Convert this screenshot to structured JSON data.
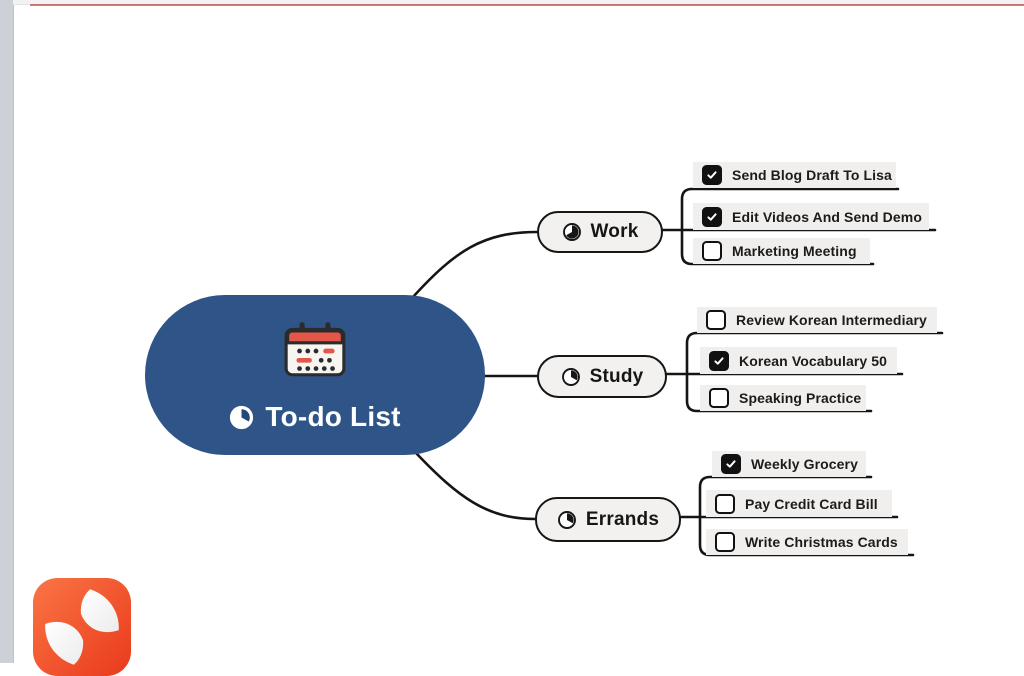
{
  "chrome": {
    "left_strip_color": "#cdd0d6",
    "top_line_color": "#c2544b",
    "canvas_color": "#ffffff"
  },
  "watermark": {
    "name": "xmind-logo",
    "color": "#ed3c1e"
  },
  "mindmap": {
    "root": {
      "label": "To-do List",
      "icon": "calendar-emoji",
      "progress_icon": "task-progress",
      "progress": 0.33,
      "fill_color": "#2f5588",
      "text_color": "#ffffff"
    },
    "branches": [
      {
        "label": "Work",
        "progress": 0.67,
        "items": [
          {
            "label": "Send Blog Draft To Lisa",
            "checked": true
          },
          {
            "label": "Edit Videos And Send Demo",
            "checked": true
          },
          {
            "label": "Marketing Meeting",
            "checked": false
          }
        ]
      },
      {
        "label": "Study",
        "progress": 0.33,
        "items": [
          {
            "label": "Review Korean Intermediary",
            "checked": false
          },
          {
            "label": "Korean Vocabulary 50",
            "checked": true
          },
          {
            "label": "Speaking Practice",
            "checked": false
          }
        ]
      },
      {
        "label": "Errands",
        "progress": 0.33,
        "items": [
          {
            "label": "Weekly Grocery",
            "checked": true
          },
          {
            "label": "Pay Credit Card Bill",
            "checked": false
          },
          {
            "label": "Write Christmas Cards",
            "checked": false
          }
        ]
      }
    ]
  }
}
